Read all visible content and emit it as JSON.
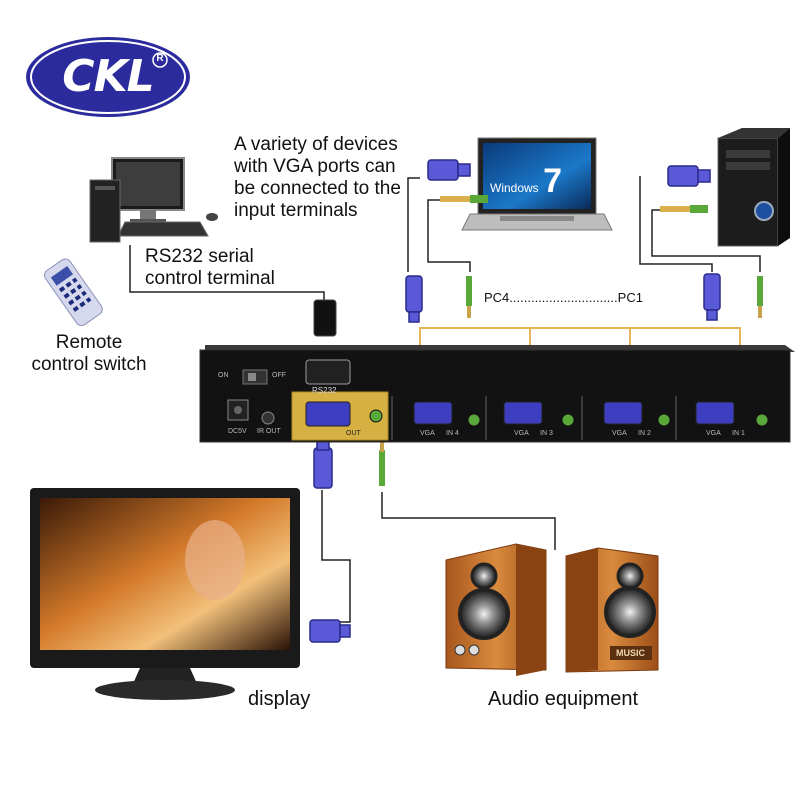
{
  "brand": {
    "logo_text": "CKL",
    "reg_mark": "R"
  },
  "callouts": {
    "vga_devices": [
      "A variety of devices",
      "with VGA ports can",
      "be connected to the",
      "input terminals"
    ],
    "rs232": [
      "RS232 serial",
      "control terminal"
    ],
    "remote": [
      "Remote",
      "control switch"
    ],
    "display": "display",
    "audio": "Audio equipment",
    "pc_range": "PC4..............................PC1"
  },
  "laptop": {
    "os_label": "Windows",
    "os_version": "7"
  },
  "switch_panel": {
    "power_on": "ON",
    "power_off": "OFF",
    "rs232_port": "RS232",
    "dc_input": "DC5V",
    "ir_port": "IR OUT",
    "output_label": "OUT",
    "inputs": [
      {
        "type": "VGA",
        "label": "IN 4"
      },
      {
        "type": "VGA",
        "label": "IN 3"
      },
      {
        "type": "VGA",
        "label": "IN 2"
      },
      {
        "type": "VGA",
        "label": "IN 1"
      }
    ]
  },
  "speaker": {
    "badge": "MUSIC"
  },
  "colors": {
    "accent_blue": "#2f2fa0",
    "panel_gold": "#d6b043",
    "jack_green": "#5aa83a",
    "vga_purple": "#5a5ad8",
    "speaker_wood": "#c8782e"
  }
}
